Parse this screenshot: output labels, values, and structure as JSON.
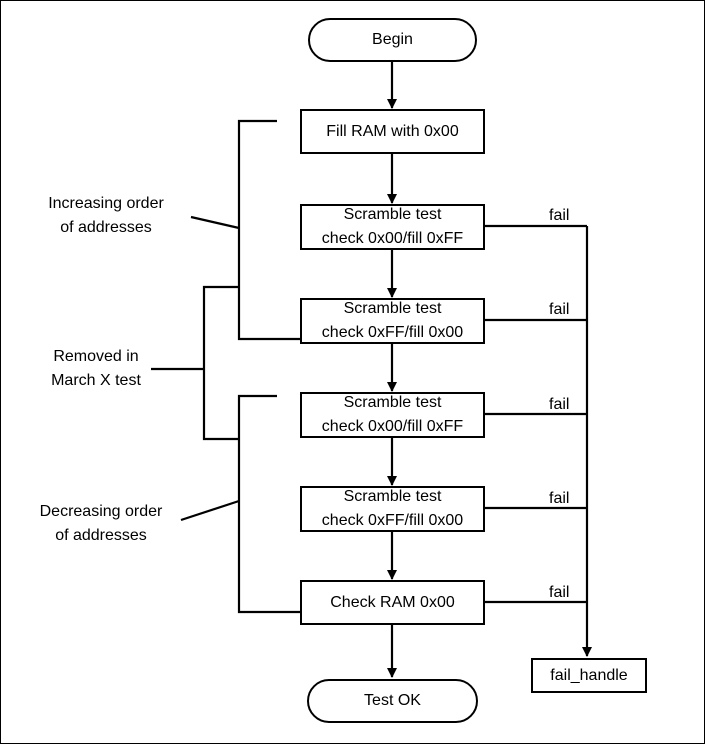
{
  "nodes": {
    "begin": "Begin",
    "fill": "Fill RAM with 0x00",
    "s1": [
      "Scramble test",
      "check 0x00/fill 0xFF"
    ],
    "s2": [
      "Scramble test",
      "check 0xFF/fill 0x00"
    ],
    "s3": [
      "Scramble test",
      "check 0x00/fill 0xFF"
    ],
    "s4": [
      "Scramble test",
      "check 0xFF/fill 0x00"
    ],
    "check": "Check RAM 0x00",
    "ok": "Test OK",
    "fail_handle": "fail_handle"
  },
  "fail_label": "fail",
  "annotations": {
    "increasing": [
      "Increasing order",
      "of addresses"
    ],
    "removed": [
      "Removed in",
      "March X test"
    ],
    "decreasing": [
      "Decreasing order",
      "of addresses"
    ]
  }
}
